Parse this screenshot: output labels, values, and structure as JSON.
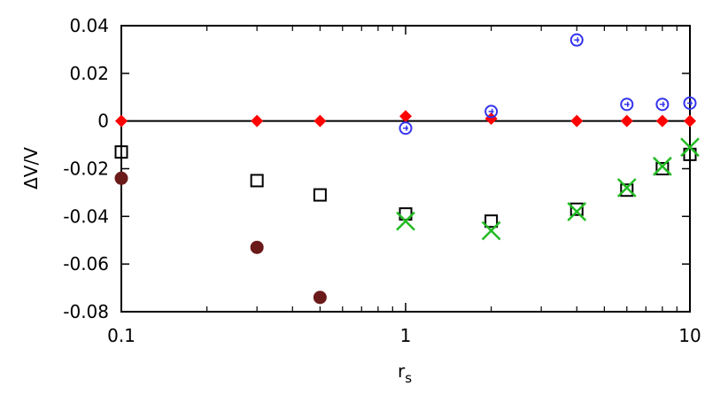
{
  "chart_data": {
    "type": "scatter",
    "title": "",
    "xlabel_main": "r",
    "xlabel_sub": "s",
    "ylabel": "ΔV/V",
    "xscale": "log",
    "xlim": [
      0.1,
      10
    ],
    "ylim": [
      -0.08,
      0.04
    ],
    "x_ticks": [
      0.1,
      1,
      10
    ],
    "x_tick_labels": [
      "0.1",
      "1",
      "10"
    ],
    "y_ticks": [
      -0.08,
      -0.06,
      -0.04,
      -0.02,
      0,
      0.02,
      0.04
    ],
    "y_tick_labels": [
      "-0.08",
      "-0.06",
      "-0.04",
      "-0.02",
      "0",
      "0.02",
      "0.04"
    ],
    "grid": false,
    "legend": "none",
    "zero_line": true,
    "series": [
      {
        "marker": "diamond",
        "color": "#ff0000",
        "points": [
          [
            0.1,
            0.0
          ],
          [
            0.3,
            0.0
          ],
          [
            0.5,
            0.0
          ],
          [
            1,
            0.002
          ],
          [
            2,
            0.001
          ],
          [
            4,
            0.0
          ],
          [
            6,
            0.0
          ],
          [
            8,
            0.0
          ],
          [
            10,
            0.0
          ]
        ]
      },
      {
        "marker": "circle-open",
        "color": "#3333ee",
        "points": [
          [
            1,
            -0.003
          ],
          [
            2,
            0.004
          ],
          [
            4,
            0.034
          ],
          [
            6,
            0.007
          ],
          [
            8,
            0.007
          ],
          [
            10,
            0.0075
          ]
        ]
      },
      {
        "marker": "square-open",
        "color": "#000000",
        "points": [
          [
            0.1,
            -0.013
          ],
          [
            0.3,
            -0.025
          ],
          [
            0.5,
            -0.031
          ],
          [
            1,
            -0.039
          ],
          [
            2,
            -0.042
          ],
          [
            4,
            -0.037
          ],
          [
            6,
            -0.029
          ],
          [
            8,
            -0.02
          ],
          [
            10,
            -0.014
          ]
        ]
      },
      {
        "marker": "circle-filled",
        "color": "#6b1a1a",
        "points": [
          [
            0.1,
            -0.024
          ],
          [
            0.3,
            -0.053
          ],
          [
            0.5,
            -0.074
          ]
        ]
      },
      {
        "marker": "x",
        "color": "#22bb22",
        "points": [
          [
            1,
            -0.042
          ],
          [
            2,
            -0.046
          ],
          [
            4,
            -0.038
          ],
          [
            6,
            -0.028
          ],
          [
            8,
            -0.019
          ],
          [
            10,
            -0.011
          ]
        ]
      }
    ]
  }
}
